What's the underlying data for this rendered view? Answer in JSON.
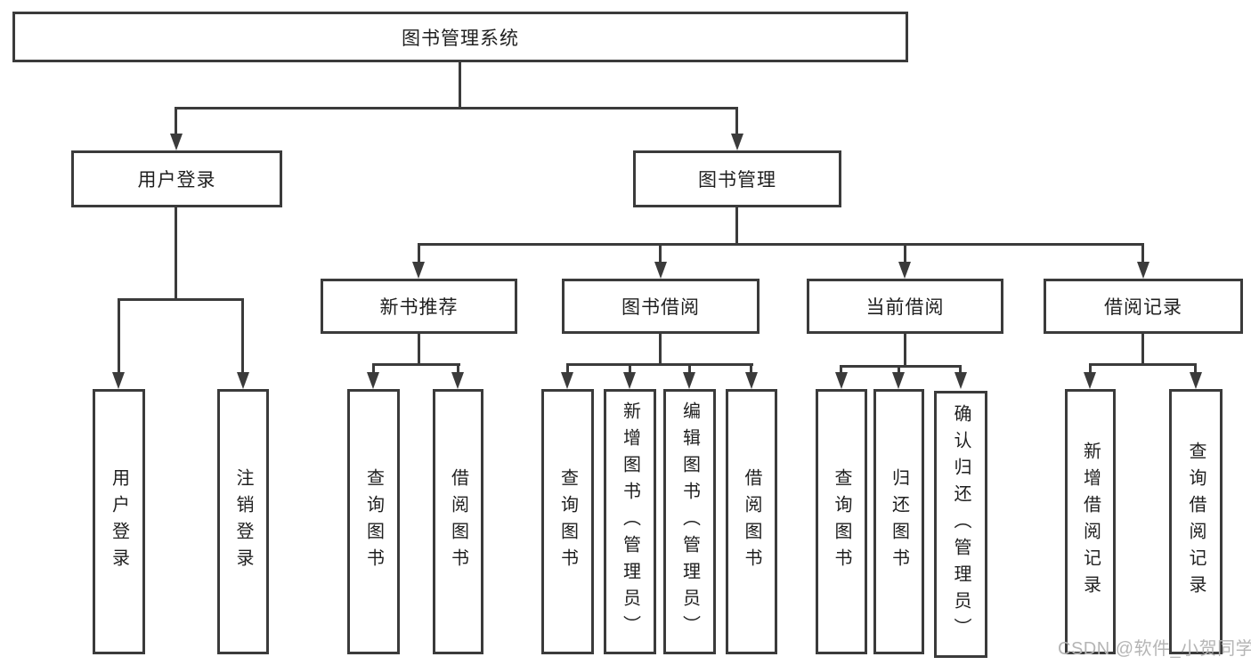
{
  "colors": {
    "line": "#3b3b3b",
    "text": "#1f1f1f",
    "background": "#ffffff",
    "watermark": "#b5b5b5"
  },
  "nodes": {
    "root": {
      "label": "图书管理系统"
    },
    "level2": [
      {
        "label": "用户登录"
      },
      {
        "label": "图书管理"
      }
    ],
    "level3": [
      {
        "label": "新书推荐"
      },
      {
        "label": "图书借阅"
      },
      {
        "label": "当前借阅"
      },
      {
        "label": "借阅记录"
      }
    ],
    "leaves": {
      "user_login": [
        "用户登录",
        "注销登录"
      ],
      "new_book": [
        "查询图书",
        "借阅图书"
      ],
      "book_borrow": [
        "查询图书",
        "新增图书（管理员）",
        "编辑图书（管理员）",
        "借阅图书"
      ],
      "current_borrow": [
        "查询图书",
        "归还图书",
        "确认归还（管理员）"
      ],
      "borrow_record": [
        "新增借阅记录",
        "查询借阅记录"
      ]
    }
  },
  "watermark": {
    "text": "CSDN @软件_小贺同学"
  }
}
